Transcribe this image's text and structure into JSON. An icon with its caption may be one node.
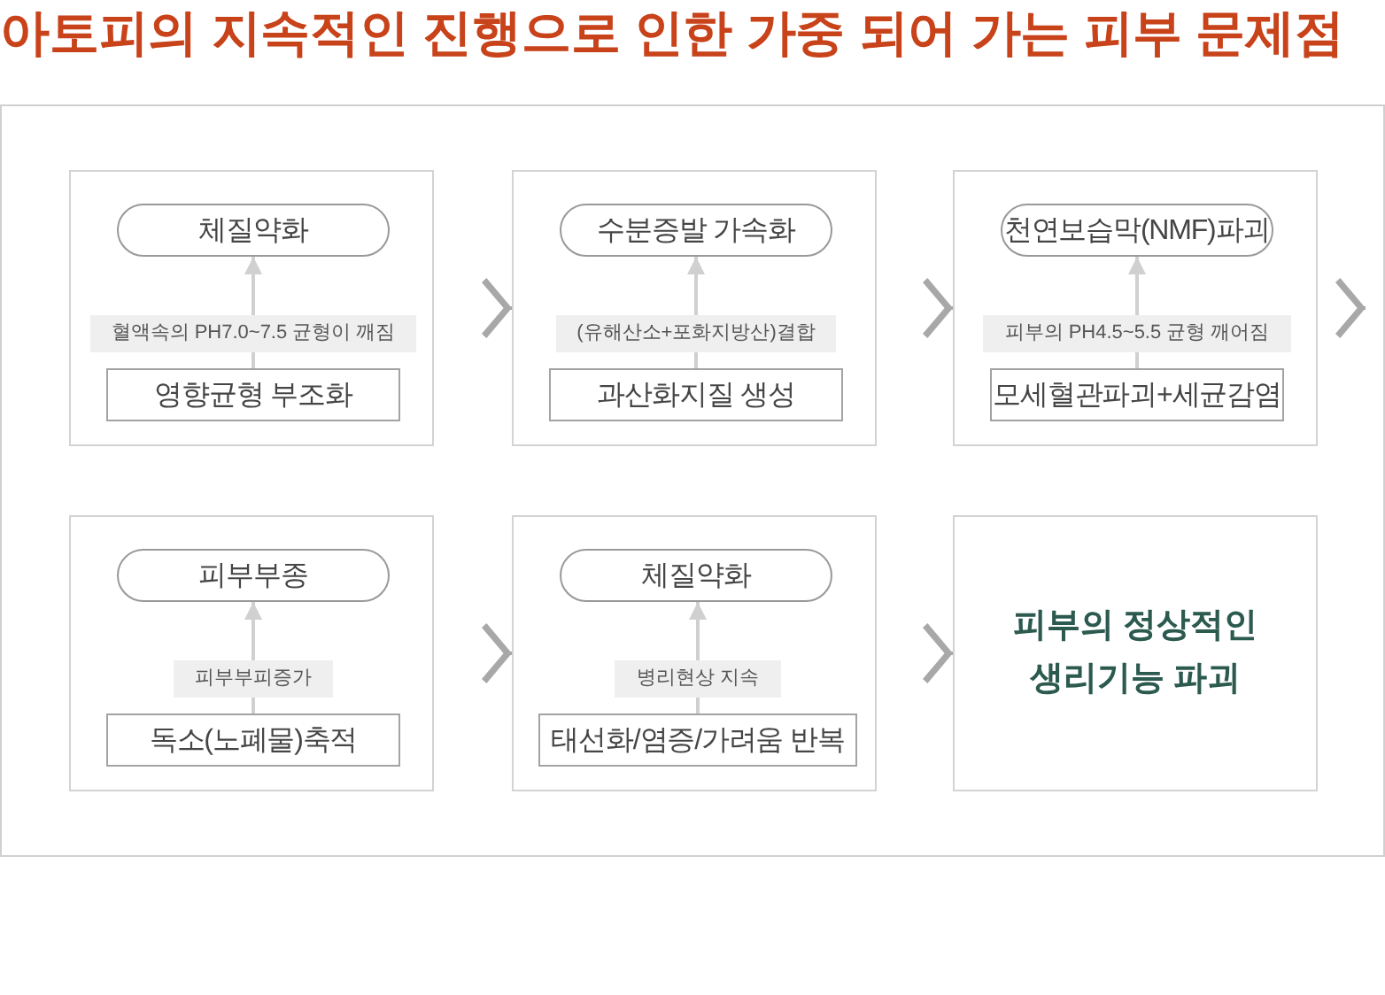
{
  "diagram": {
    "title": "아토피의 지속적인 진행으로 인한 가중 되어 가는 피부 문제점",
    "nodes": [
      {
        "text": [],
        "shape": "box"
      },
      {
        "text": [],
        "shape": "box",
        "in": 0
      },
      {
        "text": [
          "체질약화"
        ],
        "in": 1
      },
      {
        "text": [
          "영향균형 부조화"
        ],
        "in": 1
      },
      {
        "text": [],
        "shape": "box",
        "in": 0
      },
      {
        "text": [
          "수분증발 가속화"
        ],
        "in": 4
      },
      {
        "text": [
          "과산화지질 생성"
        ],
        "in": 4
      },
      {
        "text": [],
        "shape": "box",
        "in": 0
      },
      {
        "text": [
          "천연보습막(NMF)파괴"
        ],
        "in": 7
      },
      {
        "text": [
          "모세혈관파괴+세균감염"
        ],
        "in": 7
      },
      {
        "text": [],
        "shape": "box",
        "in": 0
      },
      {
        "text": [
          "피부부종"
        ],
        "in": 10
      },
      {
        "text": [
          "독소(노폐물)축적"
        ],
        "in": 10
      },
      {
        "text": [],
        "shape": "box",
        "in": 0
      },
      {
        "text": [
          "체질약화"
        ],
        "in": 13
      },
      {
        "text": [
          "태선화/염증/가려움 반복"
        ],
        "in": 13
      },
      {
        "text": [
          "피부의 정상적인 생리기능 파괴"
        ],
        "in": 0
      }
    ],
    "edges": [
      {
        "from": 3,
        "to": 2,
        "arrow": "to",
        "label": "혈액속의 PH7.0~7.5 균형이 깨짐"
      },
      {
        "from": 6,
        "to": 5,
        "arrow": "to",
        "label": "(유해산소+포화지방산)결합"
      },
      {
        "from": 9,
        "to": 8,
        "arrow": "to",
        "label": "피부의 PH4.5~5.5 균형 깨어짐"
      },
      {
        "from": 12,
        "to": 11,
        "arrow": "to",
        "label": "피부부피증가"
      },
      {
        "from": 15,
        "to": 14,
        "arrow": "to",
        "label": "병리현상 지속"
      },
      {
        "from": 1,
        "to": 4,
        "arrow": "to"
      },
      {
        "from": 4,
        "to": 7,
        "arrow": "to"
      },
      {
        "from": 7,
        "to": null,
        "arrow": "to"
      },
      {
        "from": 10,
        "to": 13,
        "arrow": "to"
      },
      {
        "from": 13,
        "to": 16,
        "arrow": "to"
      }
    ]
  }
}
